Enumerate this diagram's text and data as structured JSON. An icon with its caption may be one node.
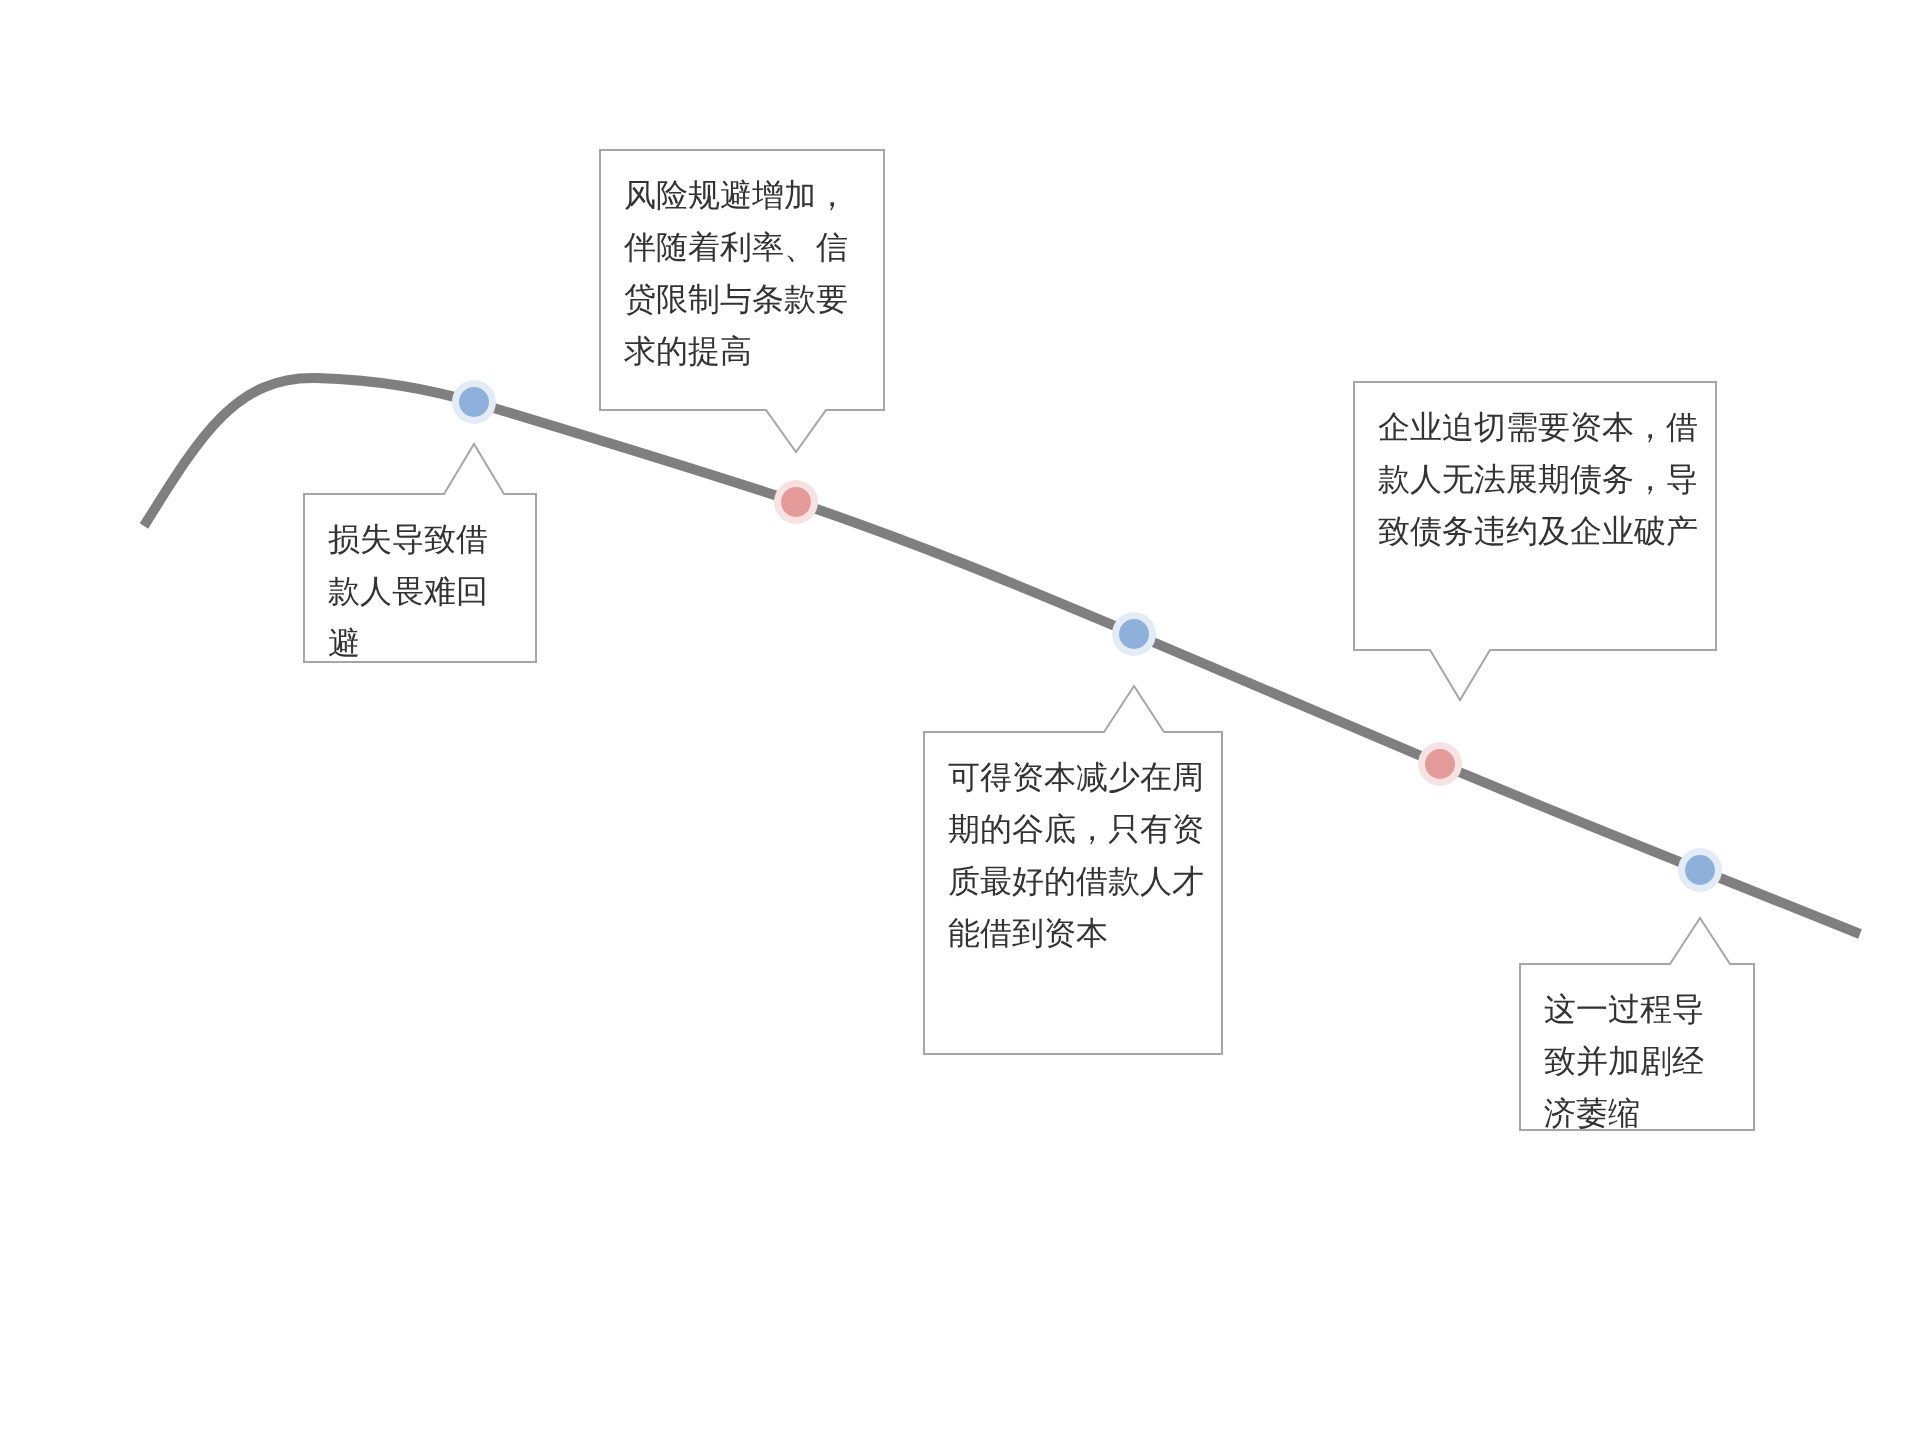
{
  "diagram": {
    "nodes": [
      {
        "text": [
          "损失导致借款人畏难回避"
        ]
      },
      {
        "text": [
          "风险规避增加，伴随着利率、信贷限制与条款要求的提高"
        ]
      },
      {
        "text": [
          "可得资本减少在周期的谷底，只有资质最好的借款人才能借到资本"
        ]
      },
      {
        "text": [
          "企业迫切需要资本，借款人无法展期债务，导致债务违约及企业破产"
        ]
      },
      {
        "text": [
          "这一过程导致并加剧经济萎缩"
        ]
      }
    ]
  }
}
